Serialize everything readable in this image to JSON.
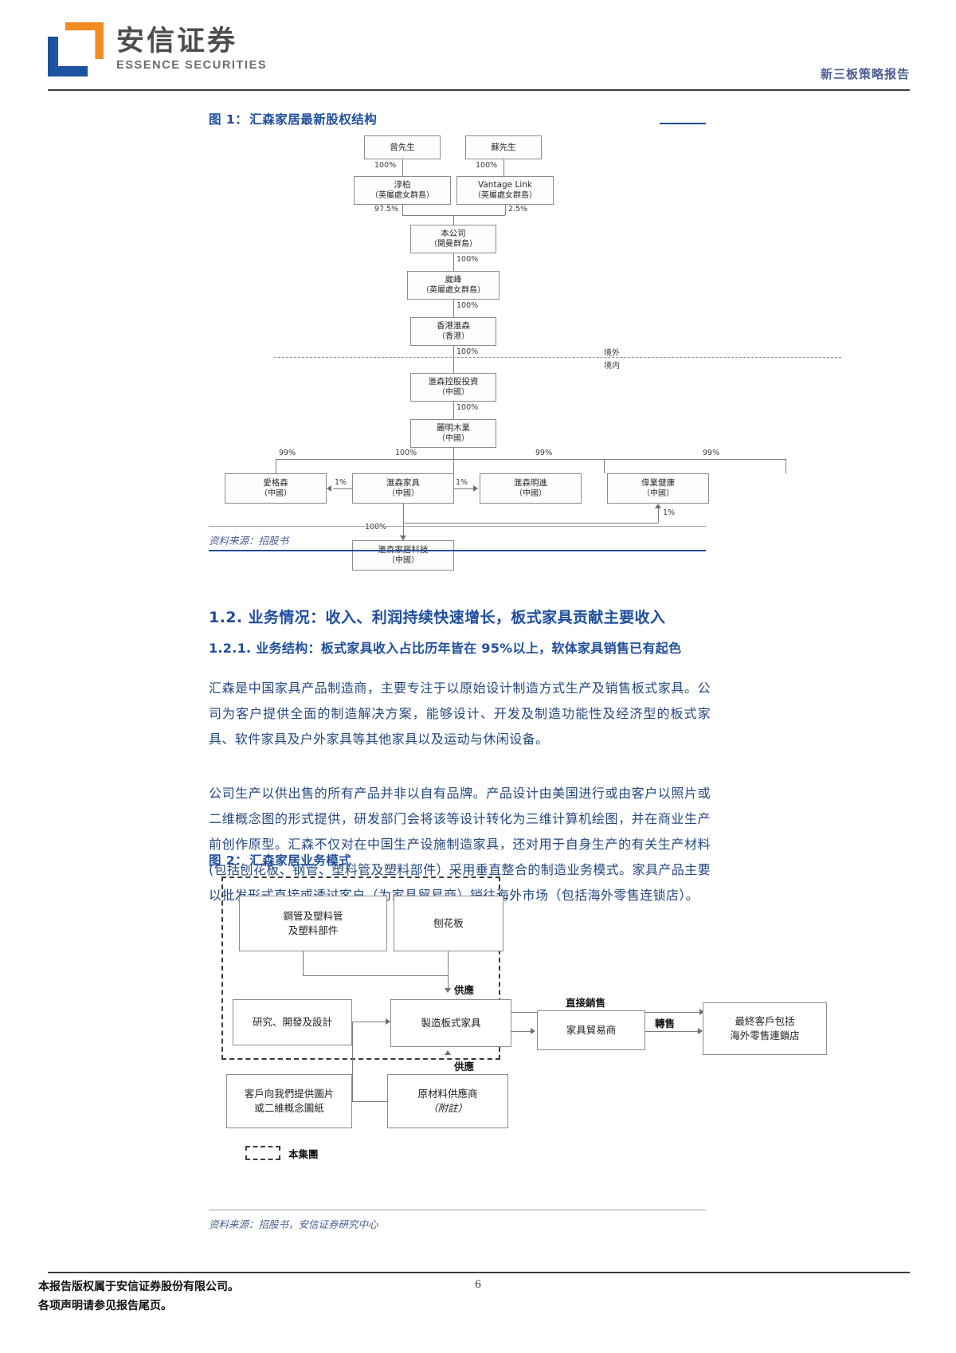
{
  "header": {
    "logo_cn": "安信证券",
    "logo_en": "ESSENCE SECURITIES",
    "report_type": "新三板策略报告"
  },
  "figure1": {
    "title_num": "图 1：",
    "title_text": "汇森家居最新股权结构",
    "source": "资料来源：招股书",
    "zone_outside": "境外",
    "zone_inside": "境内",
    "nodes": {
      "zeng": {
        "l1": "曾先生",
        "l2": ""
      },
      "su": {
        "l1": "蘇先生",
        "l2": ""
      },
      "chunbo": {
        "l1": "淳柏",
        "l2": "（英屬處女群島）"
      },
      "vantage": {
        "l1": "Vantage Link",
        "l2": "（英屬處女群島）"
      },
      "company": {
        "l1": "本公司",
        "l2": "（開曼群島）"
      },
      "weifeng": {
        "l1": "崴峰",
        "l2": "（英屬處女群島）"
      },
      "hkhuisen": {
        "l1": "香港滙森",
        "l2": "（香港）"
      },
      "holding": {
        "l1": "滙森控股投資",
        "l2": "（中國）"
      },
      "limingwood": {
        "l1": "麗明木業",
        "l2": "（中國）"
      },
      "aigesen": {
        "l1": "愛格森",
        "l2": "（中國）"
      },
      "huisenjiaju": {
        "l1": "滙森家具",
        "l2": "（中國）"
      },
      "huisenmingjin": {
        "l1": "滙森明進",
        "l2": "（中國）"
      },
      "weiyejiankang": {
        "l1": "偉業健康",
        "l2": "（中國）"
      },
      "huisenkeji": {
        "l1": "滙森家居科技",
        "l2": "（中國）"
      }
    },
    "pct": {
      "zeng_chunbo": "100%",
      "su_vantage": "100%",
      "chunbo_company": "97.5%",
      "vantage_company": "2.5%",
      "company_weifeng": "100%",
      "weifeng_hk": "100%",
      "hk_holding": "100%",
      "holding_liming": "100%",
      "liming_aigesen": "99%",
      "liming_jiaju": "100%",
      "liming_mingjin": "99%",
      "liming_weiye": "99%",
      "jiaju_aigesen": "1%",
      "jiaju_mingjin": "1%",
      "jiaju_weiye": "1%",
      "jiaju_keji": "100%"
    }
  },
  "section": {
    "h2": "1.2. 业务情况：收入、利润持续快速增长，板式家具贡献主要收入",
    "h3": "1.2.1. 业务结构：板式家具收入占比历年皆在 95%以上，软体家具销售已有起色",
    "para1": "汇森是中国家具产品制造商，主要专注于以原始设计制造方式生产及销售板式家具。公司为客户提供全面的制造解决方案，能够设计、开发及制造功能性及经济型的板式家具、软件家具及户外家具等其他家具以及运动与休闲设备。",
    "para2": "公司生产以供出售的所有产品并非以自有品牌。产品设计由美国进行或由客户以照片或二维概念图的形式提供，研发部门会将该等设计转化为三维计算机绘图，并在商业生产前创作原型。汇森不仅对在中国生产设施制造家具，还对用于自身生产的有关生产材料(包括刨花板、钢管、塑料管及塑料部件）采用垂直整合的制造业务模式。家具产品主要以批发形式直接或透过客户（为家具贸易商）销往海外市场（包括海外零售连锁店）。"
  },
  "figure2": {
    "title_num": "图 2：",
    "title_text": "汇森家居业务模式",
    "source": "资料来源：招股书，安信证券研究中心",
    "nodes": {
      "pipes": {
        "l1": "鋼管及塑料管",
        "l2": "及塑料部件"
      },
      "particleboard": {
        "l1": "刨花板",
        "l2": ""
      },
      "rnd": {
        "l1": "研究、開發及設計",
        "l2": ""
      },
      "manufacture": {
        "l1": "製造板式家具",
        "l2": ""
      },
      "customer_input": {
        "l1": "客戶向我們提供圖片",
        "l2": "或二維概念圖紙"
      },
      "raw_supplier": {
        "l1": "原材料供應商",
        "l2": "（附註）"
      },
      "trader": {
        "l1": "家具貿易商",
        "l2": ""
      },
      "end_customer": {
        "l1": "最終客戶包括",
        "l2": "海外零售連鎖店"
      }
    },
    "flow_labels": {
      "supply_top": "供應",
      "supply_bottom": "供應",
      "direct_sale": "直接銷售",
      "resale": "轉售"
    },
    "legend": "本集團"
  },
  "footer": {
    "line1": "本报告版权属于安信证券股份有限公司。",
    "line2": "各项声明请参见报告尾页。",
    "page": "6"
  }
}
